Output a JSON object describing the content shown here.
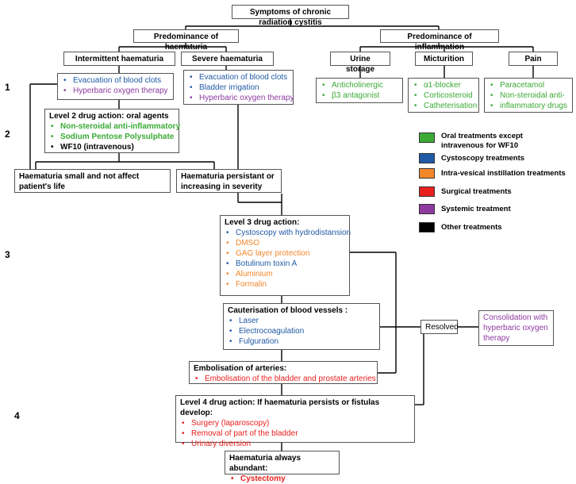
{
  "colors": {
    "oral": "#3AAA35",
    "cystoscopy": "#1F5AA6",
    "intravesical": "#F4862A",
    "surgical": "#E8201E",
    "systemic": "#8E3AA0",
    "other": "#000000"
  },
  "diagram": {
    "root": "Symptoms of chronic radiation cystitis",
    "haematuria": "Predominance of haematuria",
    "inflammation": "Predominance of inflammation",
    "intermittent": "Intermittent haematuria",
    "severe": "Severe haematuria",
    "urine_storage": "Urine storage",
    "micturition": "Micturition",
    "pain": "Pain",
    "intermittent_items": [
      "Evacuation of blood clots",
      "Hyperbaric oxygen therapy"
    ],
    "severe_items": [
      "Evacuation of blood clots",
      "Bladder irrigation",
      "Hyperbaric oxygen therapy"
    ],
    "urine_items": [
      "Anticholinergic",
      "β3 antagonist"
    ],
    "micturition_items": [
      "α1-blocker",
      "Corticosteroid",
      "Catheterisation"
    ],
    "pain_items": [
      "Paracetamol",
      "Non-steroidal anti-",
      "inflammatory drugs"
    ],
    "level2": {
      "title": "Level 2 drug action: oral agents",
      "items": [
        "Non-steroidal anti-inflammatory",
        "Sodium Pentose Polysulphate",
        "WF10 (intravenous)"
      ]
    },
    "small": [
      "Haematuria small and not affect",
      "patient's life"
    ],
    "persistent": [
      "Haematuria persistant or",
      "increasing in severity"
    ],
    "level3": {
      "title": "Level 3 drug action:",
      "items": [
        "Cystoscopy with hydrodistansion",
        "DMSO",
        "GAG layer protection",
        "Botulinum toxin A",
        "Aluminium",
        "Formalin"
      ]
    },
    "cauterisation": {
      "title": "Cauterisation of blood vessels :",
      "items": [
        "Laser",
        "Electrocoagulation",
        "Fulguration"
      ]
    },
    "resolved": "Resolved",
    "consolidation": [
      "Consolidation with",
      "hyperbaric oxygen",
      "therapy"
    ],
    "embolisation": {
      "title": "Embolisation of arteries:",
      "items": [
        "Embolisation of the bladder and prostate arteries"
      ]
    },
    "level4": {
      "title": "Level 4 drug action: If haematuria persists or fistulas develop:",
      "items": [
        "Surgery (laparoscopy)",
        "Removal of part of the bladder",
        "Urinary diversion"
      ]
    },
    "abundant": {
      "title": "Haematuria always abundant:",
      "items": [
        "Cystectomy"
      ]
    },
    "levels": [
      "1",
      "2",
      "3",
      "4"
    ]
  },
  "legend": [
    {
      "label": "Oral treatments except",
      "label2": "intravenous for WF10",
      "color": "#3AAA35"
    },
    {
      "label": "Cystoscopy treatments",
      "color": "#1F5AA6"
    },
    {
      "label": "Intra-vesical instillation treatments",
      "color": "#F4862A"
    },
    {
      "label": "Surgical treatments",
      "color": "#E8201E"
    },
    {
      "label": "Systemic treatment",
      "color": "#8E3AA0"
    },
    {
      "label": "Other treatments",
      "color": "#000000"
    }
  ]
}
